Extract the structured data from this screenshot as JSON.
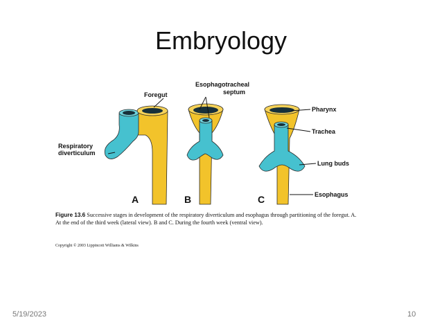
{
  "slide": {
    "title": "Embryology",
    "date": "5/19/2023",
    "page_number": "10"
  },
  "figure": {
    "labels": {
      "foregut": "Foregut",
      "respiratory_line1": "Respiratory",
      "respiratory_line2": "diverticulum",
      "septum_line1": "Esophagotracheal",
      "septum_line2": "septum",
      "pharynx": "Pharynx",
      "trachea": "Trachea",
      "lung_buds": "Lung buds",
      "esophagus": "Esophagus"
    },
    "panels": [
      "A",
      "B",
      "C"
    ],
    "colors": {
      "foregut": "#f2c32b",
      "respiratory": "#46c1cf",
      "outline": "#222222"
    },
    "caption": {
      "figure_number": "Figure 13.6",
      "text": " Successive stages in development of the respiratory diverticulum and esophagus through partitioning of the foregut. A. At the end of the third week (lateral view). B and C. During the fourth week (ventral view)."
    },
    "copyright": "Copyright © 2003 Lippincott Williams & Wilkins"
  }
}
